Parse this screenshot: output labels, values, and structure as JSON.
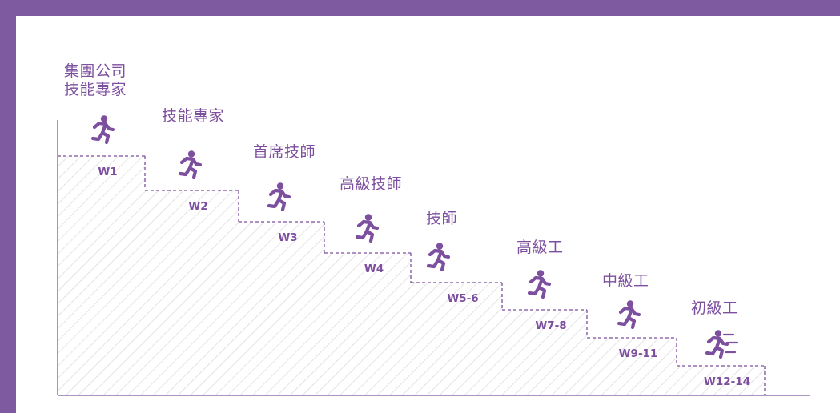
{
  "colors": {
    "frame": "#7e5aa1",
    "accent": "#7d4f9f",
    "text": "#7d4f9f",
    "axis": "#8c72ad",
    "hatch": "#d5d5d5",
    "dash": "#7d4f9f"
  },
  "levels": [
    {
      "title_lines": [
        "集團公司",
        "技能專家"
      ],
      "week": "W1",
      "icon": "running-person-icon"
    },
    {
      "title_lines": [
        "技能專家"
      ],
      "week": "W2",
      "icon": "running-person-icon"
    },
    {
      "title_lines": [
        "首席技師"
      ],
      "week": "W3",
      "icon": "running-person-icon"
    },
    {
      "title_lines": [
        "高級技師"
      ],
      "week": "W4",
      "icon": "running-person-icon"
    },
    {
      "title_lines": [
        "技師"
      ],
      "week": "W5-6",
      "icon": "running-person-icon"
    },
    {
      "title_lines": [
        "高級工"
      ],
      "week": "W7-8",
      "icon": "running-person-icon"
    },
    {
      "title_lines": [
        "中級工"
      ],
      "week": "W9-11",
      "icon": "running-person-icon"
    },
    {
      "title_lines": [
        "初級工"
      ],
      "week": "W12-14",
      "icon": "running-person-fast-icon"
    }
  ]
}
